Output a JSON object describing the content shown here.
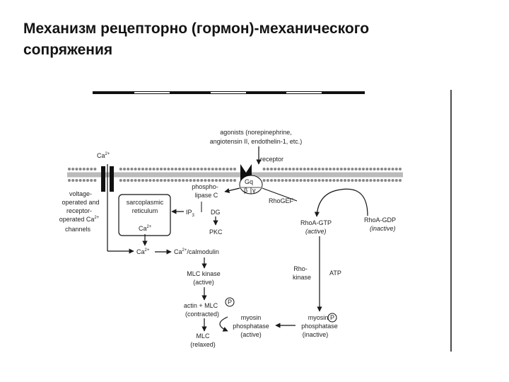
{
  "slide": {
    "title_line1": "Механизм рецепторно (гормон)-механического",
    "title_line2": "сопряжения"
  },
  "diagram": {
    "agonists_line1": "agonists (norepinephrine,",
    "agonists_line2": "angiotensin II, endothelin-1, etc.)",
    "receptor": "receptor",
    "ca_outside": "Ca",
    "ca_outside_sup": "2+",
    "channels_line1": "voltage-",
    "channels_line2": "operated and",
    "channels_line3": "receptor-",
    "channels_line4": "operated Ca",
    "channels_line4_sup": "2+",
    "channels_line5": "channels",
    "plc_line1": "phospho-",
    "plc_line2": "lipase C",
    "gq": "Gq",
    "g_beta": "β",
    "g_gamma": "γ",
    "sr_line1": "sarcoplasmic",
    "sr_line2": "reticulum",
    "sr_ca": "Ca",
    "sr_ca_sup": "2+",
    "ip3": "IP",
    "ip3_sub": "3",
    "dg": "DG",
    "pkc": "PKC",
    "ca_cyto": "Ca",
    "ca_cyto_sup": "2+",
    "ca_calmodulin_pre": "Ca",
    "ca_calmodulin_sup": "2+",
    "ca_calmodulin_post": "/calmodulin",
    "mlc_kinase_line1": "MLC kinase",
    "mlc_kinase_line2": "(active)",
    "actin_mlc_line1": "actin + MLC",
    "actin_mlc_line2": "(contracted)",
    "p": "P",
    "mlc_relaxed_line1": "MLC",
    "mlc_relaxed_line2": "(relaxed)",
    "mlcp_active_line1": "myosin",
    "mlcp_active_line2": "phosphatase",
    "mlcp_active_line3": "(active)",
    "mlcp_inactive_line1": "myosin",
    "mlcp_inactive_line2": "phosphatase",
    "mlcp_inactive_line3": "(inactive)",
    "rhogef": "RhoGEF",
    "rhoa_gtp": "RhoA-GTP",
    "rhoa_gtp_state": "(active)",
    "rhoa_gdp": "RhoA-GDP",
    "rhoa_gdp_state": "(inactive)",
    "rho_kinase_line1": "Rho-",
    "rho_kinase_line2": "kinase",
    "atp": "ATP"
  }
}
